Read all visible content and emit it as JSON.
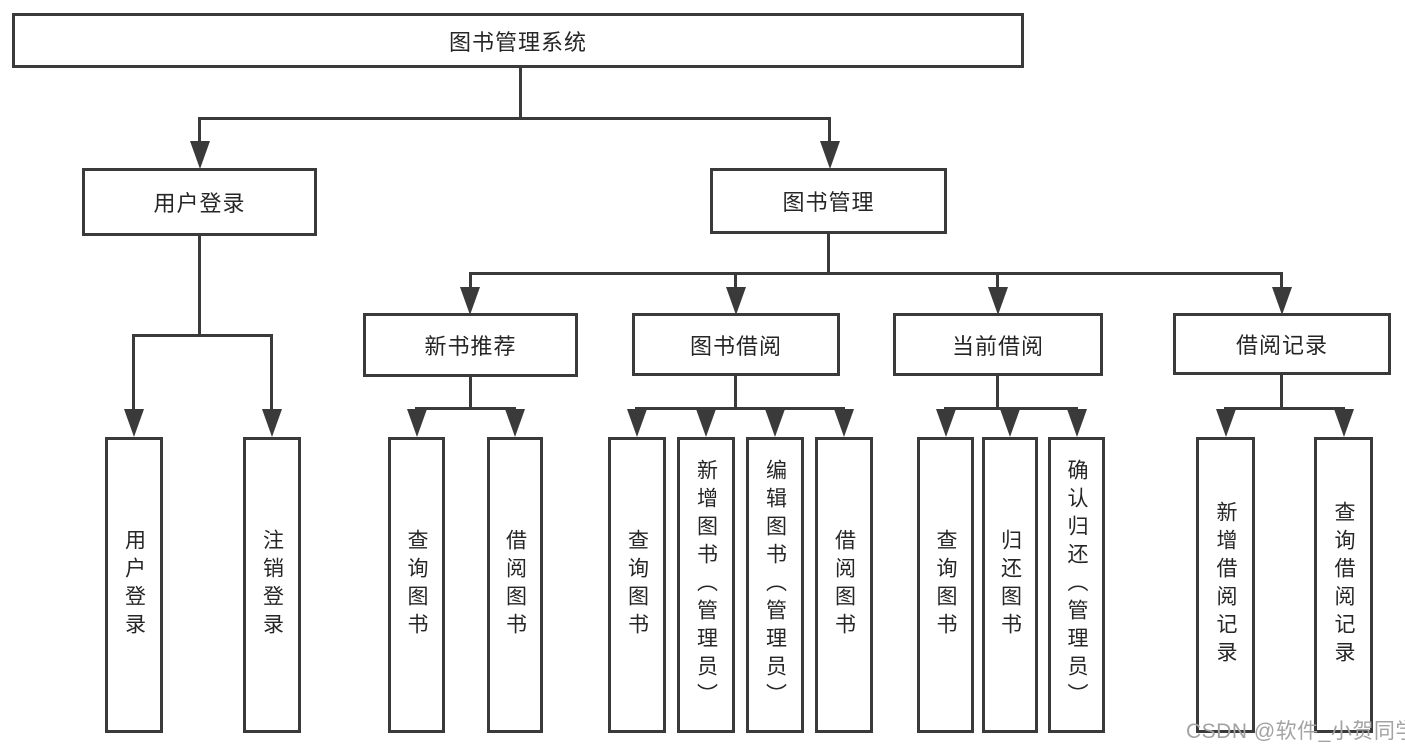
{
  "colors": {
    "line": "#3a3a3a",
    "text": "#262626",
    "box_fill": "#ffffff",
    "watermark": "#a3a3a3",
    "background": "#ffffff"
  },
  "watermark": {
    "text": "CSDN @软件_小贺同学"
  },
  "tree": {
    "root": {
      "label": "图书管理系统"
    },
    "branches": [
      {
        "label": "用户登录",
        "children": [
          {
            "label": "用户登录"
          },
          {
            "label": "注销登录"
          }
        ]
      },
      {
        "label": "图书管理",
        "children": [
          {
            "label": "新书推荐",
            "children": [
              {
                "label": "查询图书"
              },
              {
                "label": "借阅图书"
              }
            ]
          },
          {
            "label": "图书借阅",
            "children": [
              {
                "label": "查询图书"
              },
              {
                "label": "新增图书（管理员）"
              },
              {
                "label": "编辑图书（管理员）"
              },
              {
                "label": "借阅图书"
              }
            ]
          },
          {
            "label": "当前借阅",
            "children": [
              {
                "label": "查询图书"
              },
              {
                "label": "归还图书"
              },
              {
                "label": "确认归还（管理员）"
              }
            ]
          },
          {
            "label": "借阅记录",
            "children": [
              {
                "label": "新增借阅记录"
              },
              {
                "label": "查询借阅记录"
              }
            ]
          }
        ]
      }
    ]
  }
}
